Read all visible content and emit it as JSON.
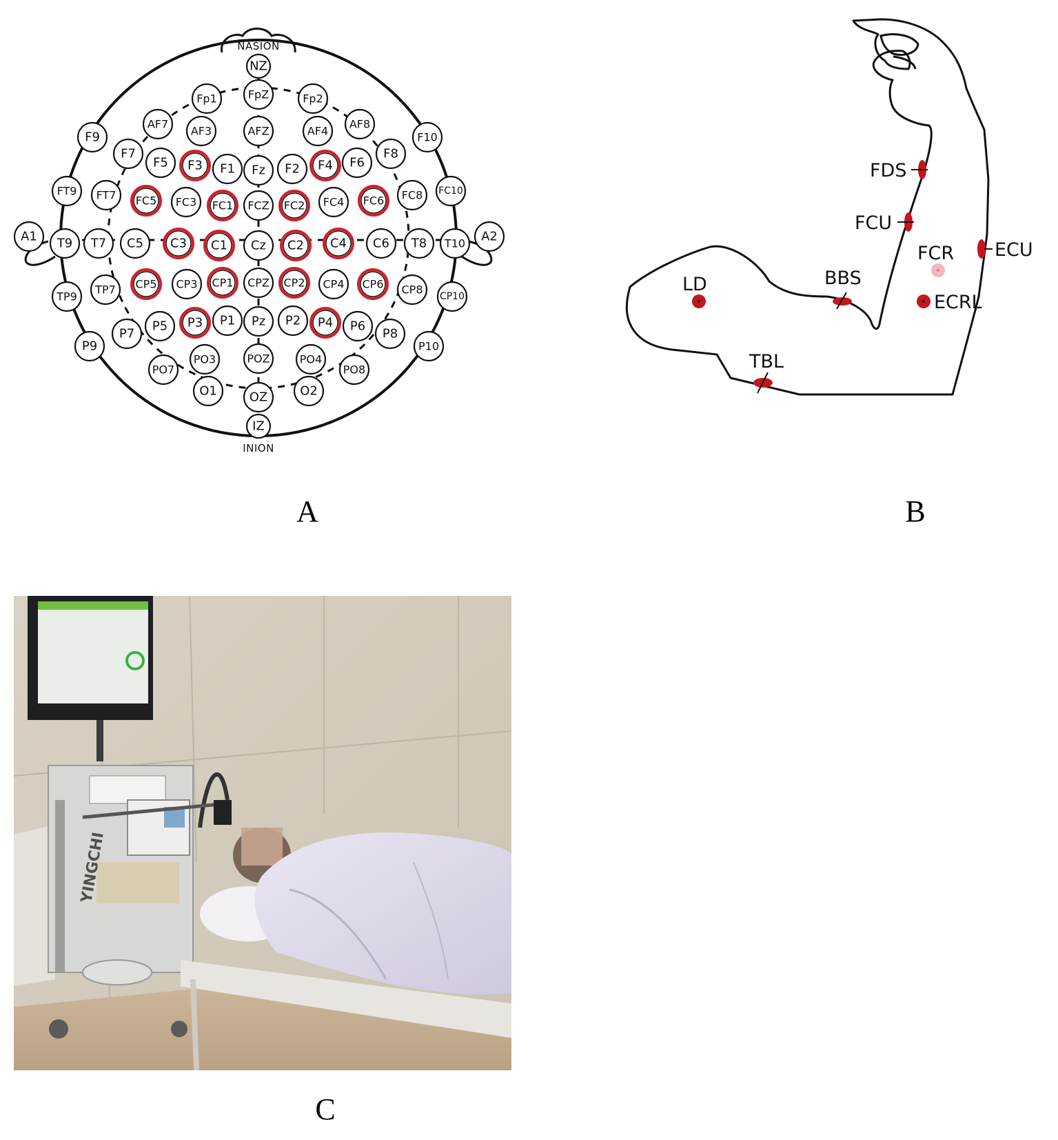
{
  "panels": {
    "a": {
      "letter": "A"
    },
    "b": {
      "letter": "B"
    },
    "c": {
      "letter": "C"
    }
  },
  "eeg_map": {
    "nasion": "NASION",
    "inion": "INION",
    "highlight_color": "#d0202a",
    "electrodes": [
      {
        "id": "NZ",
        "highlighted": false
      },
      {
        "id": "FpZ",
        "highlighted": false
      },
      {
        "id": "Fp1",
        "highlighted": false
      },
      {
        "id": "Fp2",
        "highlighted": false
      },
      {
        "id": "AF7",
        "highlighted": false
      },
      {
        "id": "AF3",
        "highlighted": false
      },
      {
        "id": "AFZ",
        "highlighted": false
      },
      {
        "id": "AF4",
        "highlighted": false
      },
      {
        "id": "AF8",
        "highlighted": false
      },
      {
        "id": "F9",
        "highlighted": false
      },
      {
        "id": "F10",
        "highlighted": false
      },
      {
        "id": "F7",
        "highlighted": false
      },
      {
        "id": "F5",
        "highlighted": false
      },
      {
        "id": "F3",
        "highlighted": true
      },
      {
        "id": "F1",
        "highlighted": false
      },
      {
        "id": "Fz",
        "highlighted": false
      },
      {
        "id": "F2",
        "highlighted": false
      },
      {
        "id": "F4",
        "highlighted": true
      },
      {
        "id": "F6",
        "highlighted": false
      },
      {
        "id": "F8",
        "highlighted": false
      },
      {
        "id": "FT9",
        "highlighted": false
      },
      {
        "id": "FT7",
        "highlighted": false
      },
      {
        "id": "FC5",
        "highlighted": true
      },
      {
        "id": "FC3",
        "highlighted": false
      },
      {
        "id": "FC1",
        "highlighted": true
      },
      {
        "id": "FCZ",
        "highlighted": false
      },
      {
        "id": "FC2",
        "highlighted": true
      },
      {
        "id": "FC4",
        "highlighted": false
      },
      {
        "id": "FC6",
        "highlighted": true
      },
      {
        "id": "FC8",
        "highlighted": false
      },
      {
        "id": "FC10",
        "highlighted": false
      },
      {
        "id": "A1",
        "highlighted": false
      },
      {
        "id": "T9",
        "highlighted": false
      },
      {
        "id": "T7",
        "highlighted": false
      },
      {
        "id": "C5",
        "highlighted": false
      },
      {
        "id": "C3",
        "highlighted": true
      },
      {
        "id": "C1",
        "highlighted": true
      },
      {
        "id": "Cz",
        "highlighted": false
      },
      {
        "id": "C2",
        "highlighted": true
      },
      {
        "id": "C4",
        "highlighted": true
      },
      {
        "id": "C6",
        "highlighted": false
      },
      {
        "id": "T8",
        "highlighted": false
      },
      {
        "id": "T10",
        "highlighted": false
      },
      {
        "id": "A2",
        "highlighted": false
      },
      {
        "id": "TP9",
        "highlighted": false
      },
      {
        "id": "TP7",
        "highlighted": false
      },
      {
        "id": "CP5",
        "highlighted": true
      },
      {
        "id": "CP3",
        "highlighted": false
      },
      {
        "id": "CP1",
        "highlighted": true
      },
      {
        "id": "CPZ",
        "highlighted": false
      },
      {
        "id": "CP2",
        "highlighted": true
      },
      {
        "id": "CP4",
        "highlighted": false
      },
      {
        "id": "CP6",
        "highlighted": true
      },
      {
        "id": "CP8",
        "highlighted": false
      },
      {
        "id": "CP10",
        "highlighted": false
      },
      {
        "id": "P9",
        "highlighted": false
      },
      {
        "id": "P7",
        "highlighted": false
      },
      {
        "id": "P5",
        "highlighted": false
      },
      {
        "id": "P3",
        "highlighted": true
      },
      {
        "id": "P1",
        "highlighted": false
      },
      {
        "id": "Pz",
        "highlighted": false
      },
      {
        "id": "P2",
        "highlighted": false
      },
      {
        "id": "P4",
        "highlighted": true
      },
      {
        "id": "P6",
        "highlighted": false
      },
      {
        "id": "P8",
        "highlighted": false
      },
      {
        "id": "P10",
        "highlighted": false
      },
      {
        "id": "PO7",
        "highlighted": false
      },
      {
        "id": "PO3",
        "highlighted": false
      },
      {
        "id": "POZ",
        "highlighted": false
      },
      {
        "id": "PO4",
        "highlighted": false
      },
      {
        "id": "PO8",
        "highlighted": false
      },
      {
        "id": "O1",
        "highlighted": false
      },
      {
        "id": "OZ",
        "highlighted": false
      },
      {
        "id": "O2",
        "highlighted": false
      },
      {
        "id": "IZ",
        "highlighted": false
      }
    ]
  },
  "emg_map": {
    "marker_color": "#c4161c",
    "faint_marker_color": "#f2b8c0",
    "muscles": [
      {
        "id": "FDS",
        "label": "FDS"
      },
      {
        "id": "FCU",
        "label": "FCU"
      },
      {
        "id": "FCR",
        "label": "FCR"
      },
      {
        "id": "ECU",
        "label": "ECU"
      },
      {
        "id": "BBS",
        "label": "BBS"
      },
      {
        "id": "ECRL",
        "label": "ECRL"
      },
      {
        "id": "LD",
        "label": "LD"
      },
      {
        "id": "TBL",
        "label": "TBL"
      }
    ]
  },
  "photo": {
    "device_brand": "YINGCHI"
  }
}
